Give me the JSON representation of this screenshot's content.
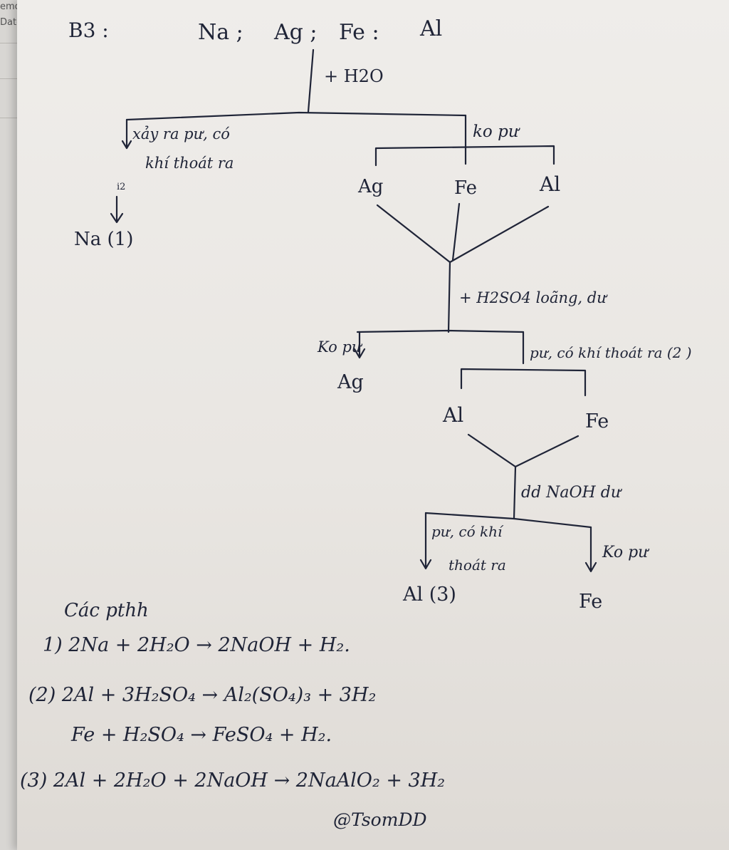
{
  "edge": {
    "label_top": "emo",
    "label_bottom": "Date"
  },
  "problem": {
    "label": "B3 :",
    "metals": [
      "Na ;",
      "Ag ;",
      "Fe :",
      "Al"
    ]
  },
  "diagram": {
    "step1": {
      "reagent": "+ H2O",
      "left_branch": {
        "note_line1": "xảy ra pư, có",
        "note_line2": "khí thoát ra",
        "small_mark": "i2",
        "result": "Na (1)"
      },
      "right_branch": {
        "note": "ko pư",
        "items": [
          "Ag",
          "Fe",
          "Al"
        ]
      }
    },
    "step2": {
      "reagent": "+ H2SO4 loãng, dư",
      "left_branch": {
        "note": "Ko pư",
        "result": "Ag"
      },
      "right_branch": {
        "note": "pư, có khí thoát ra (2 )",
        "items": [
          "Al",
          "Fe"
        ]
      }
    },
    "step3": {
      "reagent": "dd NaOH dư",
      "left_branch": {
        "note_line1": "pư, có khí",
        "note_line2": "thoát ra",
        "result": "Al (3)"
      },
      "right_branch": {
        "note": "Ko pư",
        "result": "Fe"
      }
    }
  },
  "equations": {
    "heading": "Các pthh",
    "eq1": "1)  2Na + 2H₂O → 2NaOH + H₂.",
    "eq2": "(2)  2Al + 3H₂SO₄ → Al₂(SO₄)₃ + 3H₂",
    "eq2b": "Fe   +   H₂SO₄ → FeSO₄  +  H₂.",
    "eq3": "(3) 2Al + 2H₂O + 2NaOH → 2NaAlO₂ + 3H₂",
    "signature": "@TsomDD"
  },
  "colors": {
    "ink": "#1f2437",
    "paper": "#ece9e5"
  }
}
